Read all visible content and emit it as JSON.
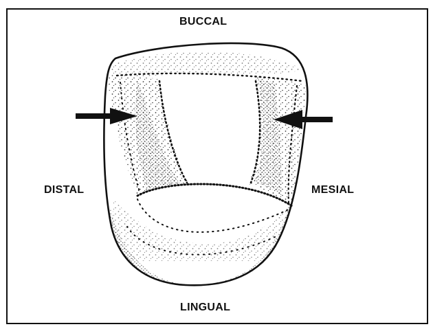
{
  "labels": {
    "top": "BUCCAL",
    "left": "DISTAL",
    "right": "MESIAL",
    "bottom": "LINGUAL"
  },
  "colors": {
    "ink": "#111111",
    "background": "#ffffff"
  },
  "icons": {
    "left_arrow": "arrow-right-icon",
    "right_arrow": "arrow-left-icon"
  }
}
